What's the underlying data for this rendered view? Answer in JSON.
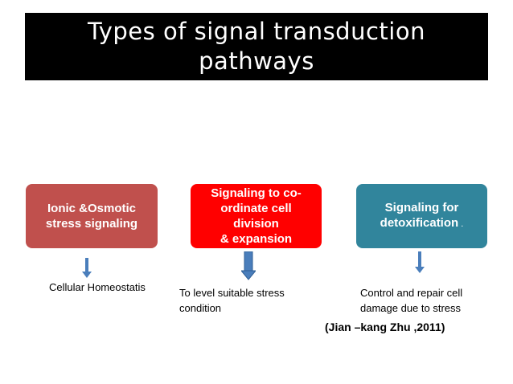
{
  "title": {
    "line1": "Types of signal transduction",
    "line2": "pathways"
  },
  "boxes": [
    {
      "line1": "Ionic &Osmotic",
      "line2": "stress signaling",
      "color": "#c0504d"
    },
    {
      "line1": "Signaling to co-",
      "line2": "ordinate cell division",
      "line3": "& expansion",
      "color": "#ff0000"
    },
    {
      "line1": "Signaling for",
      "line2": "detoxification",
      "suffix": " .",
      "color": "#31859c"
    }
  ],
  "notes": [
    {
      "line1": "Cellular Homeostatis"
    },
    {
      "line1": "To level suitable stress",
      "line2": "condition"
    },
    {
      "line1": "Control and repair cell",
      "line2": "damage due to stress"
    }
  ],
  "citation": "(Jian –kang Zhu ,2011)",
  "arrow_color": "#4a7ebb"
}
